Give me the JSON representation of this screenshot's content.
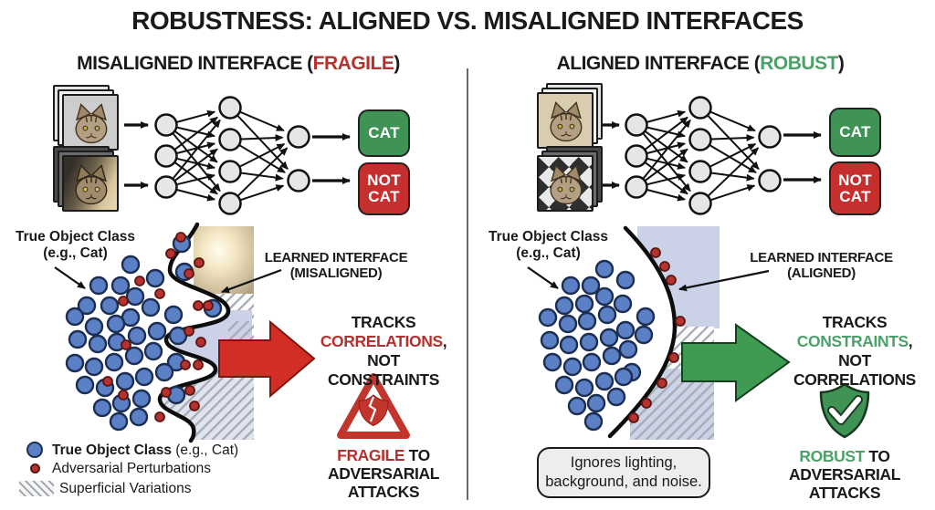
{
  "title": "ROBUSTNESS: ALIGNED VS. MISALIGNED INTERFACES",
  "colors": {
    "red_accent": "#b5312d",
    "red_box": "#c5302e",
    "red_arrow": "#d32e26",
    "green_box": "#3e9355",
    "green_accent": "#4ba268",
    "blue_dot": "#5b80c6",
    "red_dot": "#b43230",
    "region_lavender": "#cbd2e7",
    "hatch_line": "#a6abb5"
  },
  "left": {
    "heading": {
      "pre": "MISALIGNED INTERFACE (",
      "accent": "FRAGILE",
      "post": ")"
    },
    "outputs": {
      "cat": "CAT",
      "not1": "NOT",
      "not2": "CAT"
    },
    "true_object": {
      "line1": "True Object Class",
      "line2": "(e.g., Cat)"
    },
    "learned": {
      "line1": "LEARNED INTERFACE",
      "line2": "(MISALIGNED)"
    },
    "tracks": {
      "line1": "TRACKS",
      "accent": "CORRELATIONS",
      "comma": ",",
      "line3": "NOT CONSTRAINTS"
    },
    "outcome": {
      "accent": "FRAGILE",
      "rest": " TO",
      "line2": "ADVERSARIAL",
      "line3": "ATTACKS"
    },
    "network_layers": [
      3,
      4,
      2
    ],
    "blue_points": [
      [
        199,
        267
      ],
      [
        143,
        290
      ],
      [
        202,
        298
      ],
      [
        108,
        313
      ],
      [
        132,
        313
      ],
      [
        170,
        305
      ],
      [
        148,
        325
      ],
      [
        95,
        335
      ],
      [
        120,
        335
      ],
      [
        143,
        348
      ],
      [
        165,
        337
      ],
      [
        190,
        345
      ],
      [
        233,
        338
      ],
      [
        82,
        347
      ],
      [
        103,
        358
      ],
      [
        127,
        355
      ],
      [
        150,
        368
      ],
      [
        172,
        363
      ],
      [
        195,
        368
      ],
      [
        85,
        372
      ],
      [
        107,
        377
      ],
      [
        128,
        375
      ],
      [
        82,
        398
      ],
      [
        103,
        402
      ],
      [
        125,
        397
      ],
      [
        147,
        390
      ],
      [
        168,
        385
      ],
      [
        193,
        397
      ],
      [
        93,
        422
      ],
      [
        115,
        425
      ],
      [
        137,
        418
      ],
      [
        158,
        413
      ],
      [
        180,
        408
      ],
      [
        112,
        447
      ],
      [
        133,
        442
      ],
      [
        155,
        437
      ],
      [
        193,
        433
      ],
      [
        130,
        462
      ],
      [
        152,
        457
      ]
    ],
    "red_points": [
      [
        198,
        260
      ],
      [
        187,
        278
      ],
      [
        218,
        288
      ],
      [
        207,
        300
      ],
      [
        153,
        308
      ],
      [
        175,
        322
      ],
      [
        135,
        330
      ],
      [
        217,
        335
      ],
      [
        228,
        335
      ],
      [
        207,
        363
      ],
      [
        220,
        375
      ],
      [
        138,
        378
      ],
      [
        203,
        400
      ],
      [
        217,
        400
      ],
      [
        118,
        418
      ],
      [
        135,
        433
      ],
      [
        182,
        430
      ],
      [
        208,
        428
      ],
      [
        213,
        445
      ],
      [
        175,
        457
      ]
    ]
  },
  "right": {
    "heading": {
      "pre": "ALIGNED INTERFACE (",
      "accent": "ROBUST",
      "post": ")"
    },
    "outputs": {
      "cat": "CAT",
      "not1": "NOT",
      "not2": "CAT"
    },
    "true_object": {
      "line1": "True Object Class",
      "line2": "(e.g., Cat)"
    },
    "learned": {
      "line1": "LEARNED INTERFACE",
      "line2": "(ALIGNED)"
    },
    "tracks": {
      "line1": "TRACKS",
      "accent": "CONSTRAINTS",
      "comma": ",",
      "line3": "NOT CORRELATIONS"
    },
    "outcome": {
      "accent": "ROBUST",
      "rest": " TO",
      "line2": "ADVERSARIAL",
      "line3": "ATTACKS"
    },
    "network_layers": [
      3,
      4,
      2
    ],
    "blue_points": [
      [
        662,
        295
      ],
      [
        625,
        313
      ],
      [
        647,
        313
      ],
      [
        685,
        307
      ],
      [
        618,
        335
      ],
      [
        640,
        333
      ],
      [
        662,
        325
      ],
      [
        682,
        333
      ],
      [
        707,
        347
      ],
      [
        600,
        348
      ],
      [
        622,
        355
      ],
      [
        643,
        352
      ],
      [
        665,
        345
      ],
      [
        685,
        362
      ],
      [
        705,
        367
      ],
      [
        602,
        373
      ],
      [
        623,
        378
      ],
      [
        645,
        375
      ],
      [
        667,
        370
      ],
      [
        688,
        383
      ],
      [
        605,
        397
      ],
      [
        627,
        402
      ],
      [
        648,
        397
      ],
      [
        670,
        390
      ],
      [
        692,
        408
      ],
      [
        618,
        422
      ],
      [
        640,
        425
      ],
      [
        662,
        418
      ],
      [
        683,
        413
      ],
      [
        632,
        445
      ],
      [
        653,
        442
      ],
      [
        675,
        435
      ],
      [
        650,
        462
      ]
    ],
    "red_points": [
      [
        718,
        277
      ],
      [
        728,
        292
      ],
      [
        735,
        307
      ],
      [
        745,
        352
      ],
      [
        738,
        392
      ],
      [
        725,
        420
      ],
      [
        708,
        442
      ],
      [
        694,
        458
      ]
    ]
  },
  "legend": {
    "items": [
      {
        "label_bold": "True Object Class",
        "label_rest": " (e.g., Cat)"
      },
      {
        "label": "Adversarial Perturbations"
      },
      {
        "label": "Superficial Variations"
      }
    ]
  },
  "note": {
    "line1": "Ignores lighting,",
    "line2": "background, and noise."
  }
}
